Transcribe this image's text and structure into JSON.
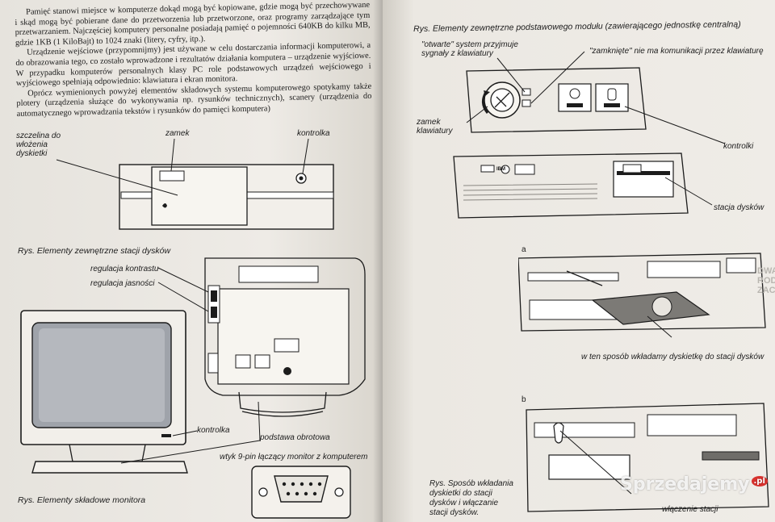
{
  "left_page": {
    "paragraphs": [
      "Pamięć stanowi miejsce w komputerze dokąd mogą być kopiowane, gdzie mogą być przechowywane i skąd mogą być pobierane dane do przetworzenia lub przetworzone, oraz programy zarządzające tym przetwarzaniem. Najczęściej komputery personalne posiadają pamięć o pojemności 640KB do kilku MB, gdzie 1KB (1 KiloBajt) to 1024 znaki (litery, cyfry, itp.).",
      "Urządzenie wejściowe (przypomnijmy) jest używane w celu dostarczania informacji komputerowi, a do obrazowania tego, co zostało wprowadzone i rezultatów działania komputera – urządzenie wyjściowe. W przypadku komputerów personalnych klasy PC role podstawowych urządzeń wejściowego i wyjściowego spełniają odpowiednio: klawiatura i ekran monitora.",
      "Oprócz wymienionych powyżej elementów składowych systemu komputerowego spotykamy także plotery (urządzenia służące do wykonywania np. rysunków technicznych), scanery (urządzenia do automatycznego wprowadzania tekstów i rysunków do pamięci komputera)"
    ],
    "disk_drive_figure": {
      "label_slot": "szczelina do włożenia dyskietki",
      "label_lock": "zamek",
      "label_indicator": "kontrolka",
      "caption": "Rys. Elementy zewnętrzne stacji dysków"
    },
    "monitor_figure": {
      "label_contrast": "regulacja kontrastu",
      "label_brightness": "regulacja jasności",
      "label_indicator": "kontrolka",
      "label_swivel_base": "podstawa obrotowa",
      "label_connector": "wtyk 9-pin łączący monitor z komputerem",
      "caption": "Rys. Elementy składowe monitora"
    }
  },
  "right_page": {
    "caption_top": "Rys. Elementy zewnętrzne podstawowego modułu (zawierającego jednostkę centralną)",
    "label_open": "\"otwarte\" system przyjmuje sygnały z klawiatury",
    "label_closed": "\"zamknięte\" nie ma komunikacji przez klawiaturę",
    "label_keylock": "zamek klawiatury",
    "label_indicators": "kontrolki",
    "label_drive": "stacja dysków",
    "badge_ibm": "IBM",
    "fig_a_letter": "a",
    "fig_a_caption": "w ten sposób wkładamy dyskietkę do stacji dysków",
    "fig_b_letter": "b",
    "fig_b_caption": "Rys. Sposób wkładania dyskietki do stacji dysków i włączanie stacji dysków.",
    "label_drive_on": "włączenie stacji",
    "ghost_text": "DWA RODZ ZACZE"
  },
  "watermark": "Sprzedajemy",
  "watermark_badge": ".pl",
  "colors": {
    "paper": "#ebe8e2",
    "ink": "#1c1c1c",
    "screen": "#9fa3aa",
    "watermark_badge": "#d9322e"
  }
}
